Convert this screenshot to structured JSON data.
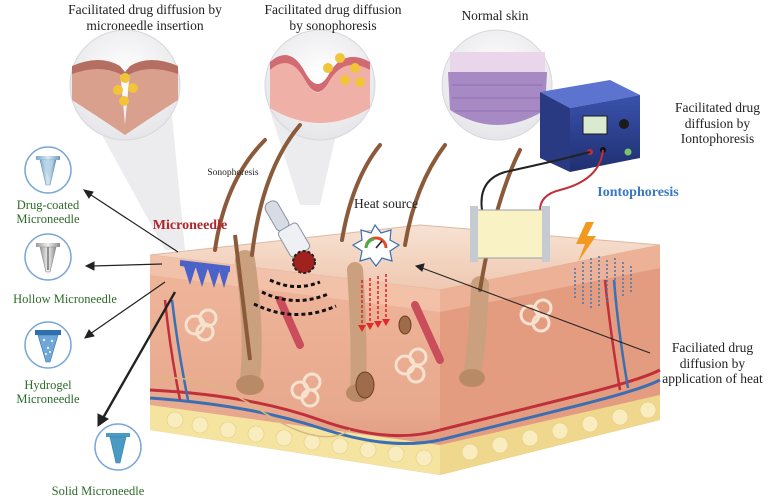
{
  "labels": {
    "microneedle_insertion": "Facilitated drug diffusion by microneedle insertion",
    "sonophoresis_diffusion": "Facilitated drug diffusion by sonophoresis",
    "normal_skin": "Normal skin",
    "iontophoresis_diffusion": "Facilitated drug diffusion by Iontophoresis",
    "sonophoresis": "Sonophoresis",
    "heat_source": "Heat source",
    "microneedle": "Microneedle",
    "iontophoresis": "Iontophoresis",
    "heat_diffusion": "Faciliated drug diffusion by application of heat"
  },
  "microneedle_types": [
    {
      "label": "Drug-coated Microneedle"
    },
    {
      "label": "Hollow Microneedle"
    },
    {
      "label": "Hydrogel Microneedle"
    },
    {
      "label": "Solid Microneedle"
    }
  ],
  "colors": {
    "skin_top": "#f2d3c0",
    "skin_side": "#e8a98e",
    "fat": "#f5e3a0",
    "artery": "#c0303a",
    "vein": "#3a6fb4",
    "hair": "#8a5a3a",
    "device": "#2b3f8f",
    "label_green": "#2e6b2a",
    "label_red": "#b0252a",
    "label_blue": "#3a78c0"
  }
}
